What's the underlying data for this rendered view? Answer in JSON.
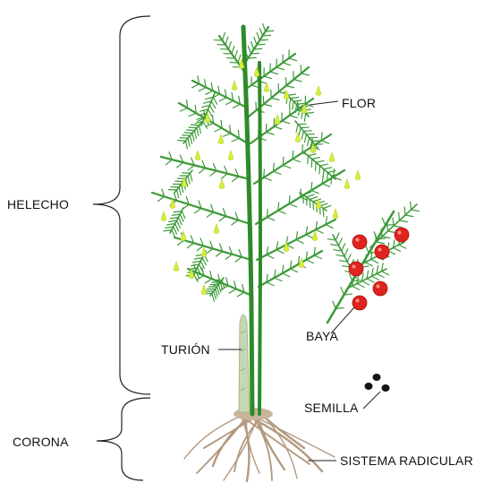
{
  "labels": {
    "helecho": "HELECHO",
    "corona": "CORONA",
    "flor": "FLOR",
    "baya": "BAYA",
    "turion": "TURIÓN",
    "semilla": "SEMILLA",
    "sistema_radicular": "SISTEMA RADICULAR"
  },
  "colors": {
    "stem": "#2f8a2a",
    "fern": "#3e9a3a",
    "flower": "#d6ee3a",
    "berry": "#e0231f",
    "root": "#b39a80",
    "turion": "#c7d7b4",
    "seed": "#151515",
    "line": "#222222"
  }
}
